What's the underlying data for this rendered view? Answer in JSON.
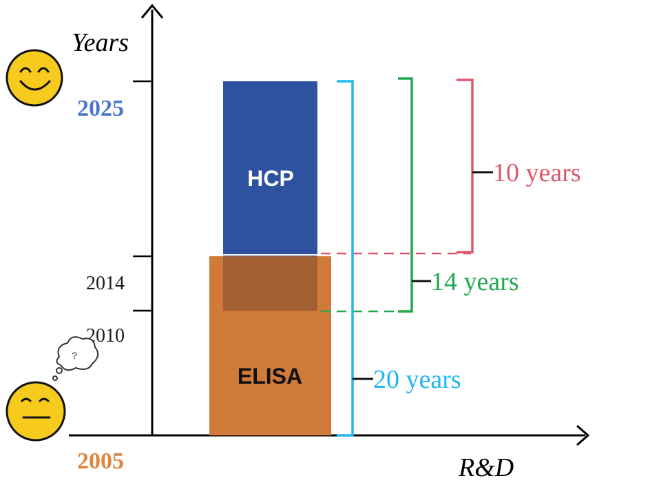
{
  "axes": {
    "y_label": "Years",
    "x_label": "R&D"
  },
  "year_labels": {
    "y2025": "2025",
    "y2014": "2014",
    "y2010": "2010",
    "y2005": "2005"
  },
  "bars": {
    "hcp": {
      "label": "HCP",
      "color": "#2e51a0"
    },
    "elisa": {
      "label": "ELISA",
      "color": "#d07a3a"
    },
    "overlap_color": "#a25f32"
  },
  "spans": {
    "ten": {
      "label": "10 years",
      "color": "#e0566a"
    },
    "fourteen": {
      "label": "14 years",
      "color": "#22a84d"
    },
    "twenty": {
      "label": "20 years",
      "color": "#22b7ee"
    }
  },
  "colors": {
    "year_2025": "#4a78cf",
    "year_2005": "#e0853f",
    "axis": "#000000"
  },
  "emoji": {
    "happy": "happy-face-icon",
    "neutral": "neutral-face-icon",
    "thought": "thought-bubble-icon",
    "thought_mark": "?"
  }
}
